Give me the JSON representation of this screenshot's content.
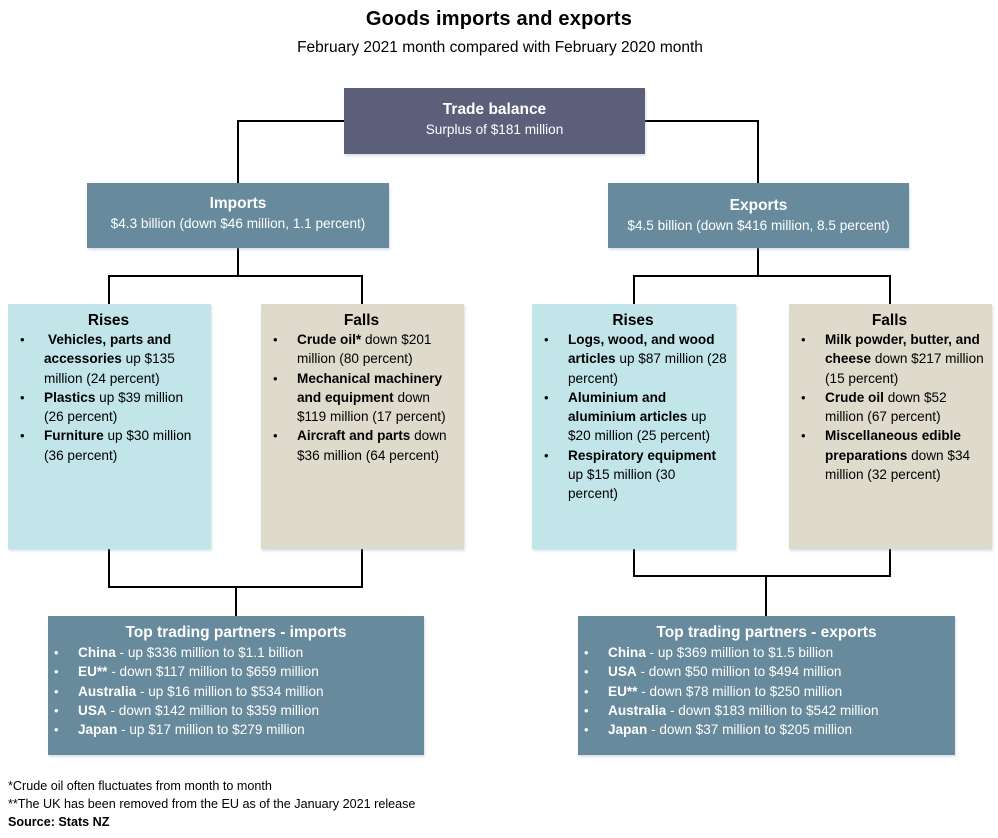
{
  "header": {
    "title": "Goods imports and exports",
    "subtitle": "February 2021 month compared with February 2020 month"
  },
  "colors": {
    "trade_balance": "#5c5f7a",
    "imports_exports": "#678a9c",
    "rises": "#c1e5e9",
    "falls": "#dedbcd",
    "connector": "#000000"
  },
  "trade_balance": {
    "label": "Trade balance",
    "value": "Surplus of $181 million"
  },
  "imports": {
    "label": "Imports",
    "value": "$4.3 billion (down $46 million, 1.1 percent)",
    "rises": {
      "label": "Rises",
      "items": [
        {
          "bold": "Vehicles, parts and accessories",
          "rest": " up $135 million (24 percent)"
        },
        {
          "bold": "Plastics",
          "rest": " up $39 million (26 percent)"
        },
        {
          "bold": "Furniture",
          "rest": " up $30 million (36 percent)"
        }
      ]
    },
    "falls": {
      "label": "Falls",
      "items": [
        {
          "bold": "Crude oil*",
          "rest": " down $201 million (80 percent)"
        },
        {
          "bold": "Mechanical machinery and equipment",
          "rest": " down $119 million (17 percent)"
        },
        {
          "bold": "Aircraft and parts",
          "rest": " down $36 million (64 percent)"
        }
      ]
    },
    "partners": {
      "label": "Top trading partners - imports",
      "items": [
        {
          "bold": "China",
          "rest": " - up $336 million to $1.1 billion"
        },
        {
          "bold": "EU**",
          "rest": " - down $117 million to $659 million"
        },
        {
          "bold": "Australia",
          "rest": " - up $16 million to $534 million"
        },
        {
          "bold": "USA",
          "rest": " - down $142 million to $359 million"
        },
        {
          "bold": "Japan",
          "rest": " - up $17 million to $279 million"
        }
      ]
    }
  },
  "exports": {
    "label": "Exports",
    "value": "$4.5 billion (down $416 million, 8.5 percent)",
    "rises": {
      "label": "Rises",
      "items": [
        {
          "bold": "Logs, wood, and wood articles",
          "rest": " up $87 million (28 percent)"
        },
        {
          "bold": "Aluminium and aluminium articles",
          "rest": " up $20 million (25 percent)"
        },
        {
          "bold": "Respiratory equipment",
          "rest": " up $15 million (30 percent)"
        }
      ]
    },
    "falls": {
      "label": "Falls",
      "items": [
        {
          "bold": "Milk powder, butter, and cheese",
          "rest": " down $217 million (15 percent)"
        },
        {
          "bold": "Crude oil",
          "rest": " down $52 million (67 percent)"
        },
        {
          "bold": "Miscellaneous edible preparations",
          "rest": " down $34 million (32 percent)"
        }
      ]
    },
    "partners": {
      "label": "Top trading partners - exports",
      "items": [
        {
          "bold": "China",
          "rest": " - up $369 million to $1.5 billion"
        },
        {
          "bold": "USA",
          "rest": " - down $50 million to $494 million"
        },
        {
          "bold": "EU**",
          "rest": " - down $78 million to $250 million"
        },
        {
          "bold": "Australia",
          "rest": " - down $183 million to $542 million"
        },
        {
          "bold": "Japan",
          "rest": " - down $37 million to $205 million"
        }
      ]
    }
  },
  "footnotes": {
    "note1": "*Crude oil often fluctuates from month to month",
    "note2": "**The UK has been removed from the EU as of the January 2021 release",
    "source": "Source: Stats NZ"
  },
  "bullet_glyph": "•"
}
